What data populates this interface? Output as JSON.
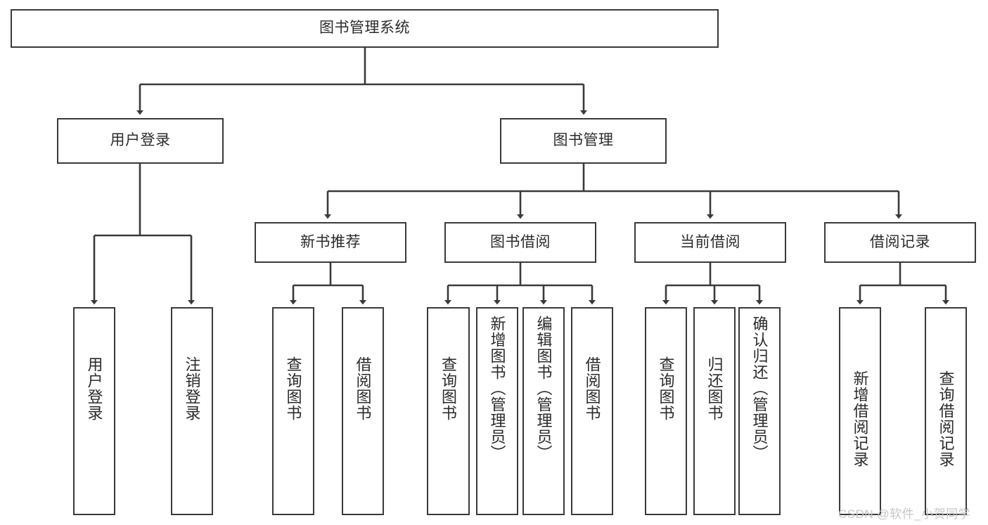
{
  "diagram": {
    "type": "tree-hierarchy-chart",
    "title": "图书管理系统",
    "levels": {
      "root": {
        "label": "图书管理系统"
      },
      "level2": [
        {
          "id": "user-login",
          "label": "用户登录"
        },
        {
          "id": "book-manage",
          "label": "图书管理"
        }
      ],
      "level3": [
        {
          "id": "new-book-rec",
          "label": "新书推荐"
        },
        {
          "id": "book-borrow",
          "label": "图书借阅"
        },
        {
          "id": "current-borrow",
          "label": "当前借阅"
        },
        {
          "id": "borrow-record",
          "label": "借阅记录"
        }
      ],
      "leaves": {
        "user-login": [
          {
            "id": "leaf-user-login",
            "label": "用户登录"
          },
          {
            "id": "leaf-logout",
            "label": "注销登录"
          }
        ],
        "new-book-rec": [
          {
            "id": "leaf-query-book-1",
            "label": "查询图书"
          },
          {
            "id": "leaf-borrow-book-1",
            "label": "借阅图书"
          }
        ],
        "book-borrow": [
          {
            "id": "leaf-query-book-2",
            "label": "查询图书"
          },
          {
            "id": "leaf-add-book",
            "label": "新增图书（管理员）"
          },
          {
            "id": "leaf-edit-book",
            "label": "编辑图书（管理员）"
          },
          {
            "id": "leaf-borrow-book-2",
            "label": "借阅图书"
          }
        ],
        "current-borrow": [
          {
            "id": "leaf-query-book-3",
            "label": "查询图书"
          },
          {
            "id": "leaf-return-book",
            "label": "归还图书"
          },
          {
            "id": "leaf-confirm-return",
            "label": "确认归还（管理员）"
          }
        ],
        "borrow-record": [
          {
            "id": "leaf-add-record",
            "label": "新增借阅记录"
          },
          {
            "id": "leaf-query-record",
            "label": "查询借阅记录"
          }
        ]
      }
    },
    "colors": {
      "stroke": "#3a3a3a",
      "text": "#2b2b2b",
      "background": "#ffffff",
      "watermark": "#c6c6c6"
    }
  },
  "watermark": {
    "text": "CSDN @软件_小贺同学"
  }
}
